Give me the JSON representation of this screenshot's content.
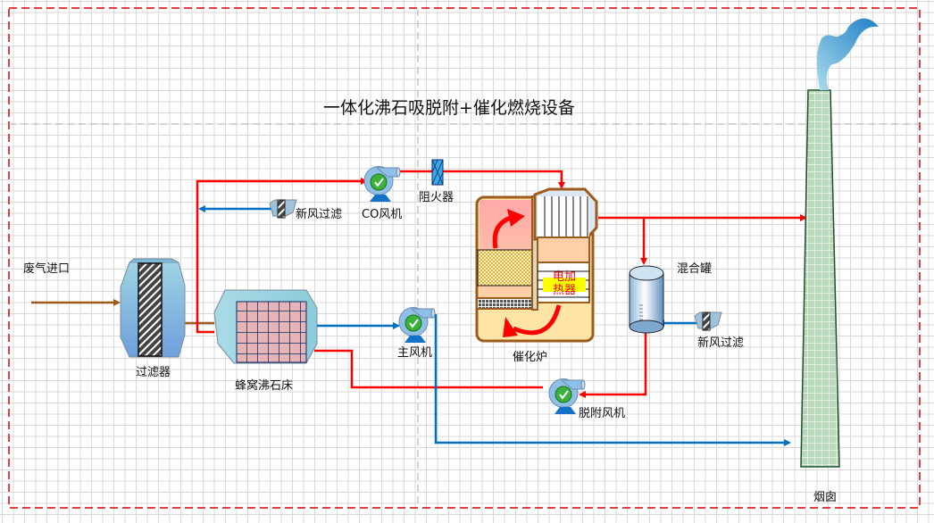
{
  "diagram": {
    "title": "一体化沸石吸脱附+催化燃烧设备",
    "labels": {
      "waste_gas_inlet": "废气进口",
      "filter": "过滤器",
      "honeycomb_zeolite_bed": "蜂窝沸石床",
      "fresh_air_filter_top": "新风过滤",
      "co_fan": "CO风机",
      "flame_arrester": "阻火器",
      "catalytic_furnace": "催化炉",
      "electric_heater_line1": "电加",
      "electric_heater_line2": "热器",
      "mixing_tank": "混合罐",
      "fresh_air_filter_right": "新风过滤",
      "main_fan": "主风机",
      "desorption_fan": "脱附风机",
      "chimney": "烟囱"
    },
    "colors": {
      "hot_line": "#ff0000",
      "air_line": "#0070c0",
      "waste_gas_line": "#9c5a1c",
      "boundary": "#e00000",
      "furnace_outline": "#9c5a1c",
      "chimney_fill": "#b9d7b9",
      "heater_fill": "#ffff00"
    }
  }
}
